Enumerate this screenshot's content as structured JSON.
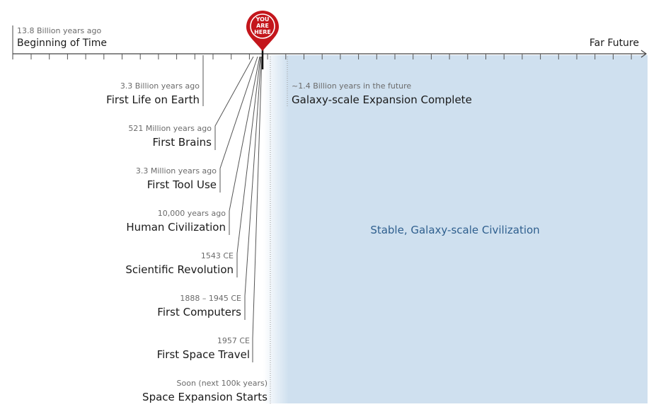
{
  "timeline": {
    "start_note": "13.8 Billion years ago",
    "start_title": "Beginning of Time",
    "end_title": "Far Future"
  },
  "marker": {
    "line1": "YOU",
    "line2": "ARE",
    "line3": "HERE",
    "color": "#c4161c"
  },
  "events": [
    {
      "note": "3.3 Billion years ago",
      "title": "First Life on Earth"
    },
    {
      "note": "521 Million years ago",
      "title": "First Brains"
    },
    {
      "note": "3.3 Million years ago",
      "title": "First Tool Use"
    },
    {
      "note": "10,000 years ago",
      "title": "Human Civilization"
    },
    {
      "note": "1543 CE",
      "title": "Scientific Revolution"
    },
    {
      "note": "1888 – 1945 CE",
      "title": "First Computers"
    },
    {
      "note": "1957 CE",
      "title": "First Space Travel"
    },
    {
      "note": "Soon (next 100k years)",
      "title": "Space Expansion Starts"
    }
  ],
  "future_event": {
    "note": "~1.4 Billion years in the future",
    "title": "Galaxy-scale Expansion Complete"
  },
  "region": {
    "label": "Stable, Galaxy-scale Civilization",
    "color": "#cfe0ef"
  }
}
